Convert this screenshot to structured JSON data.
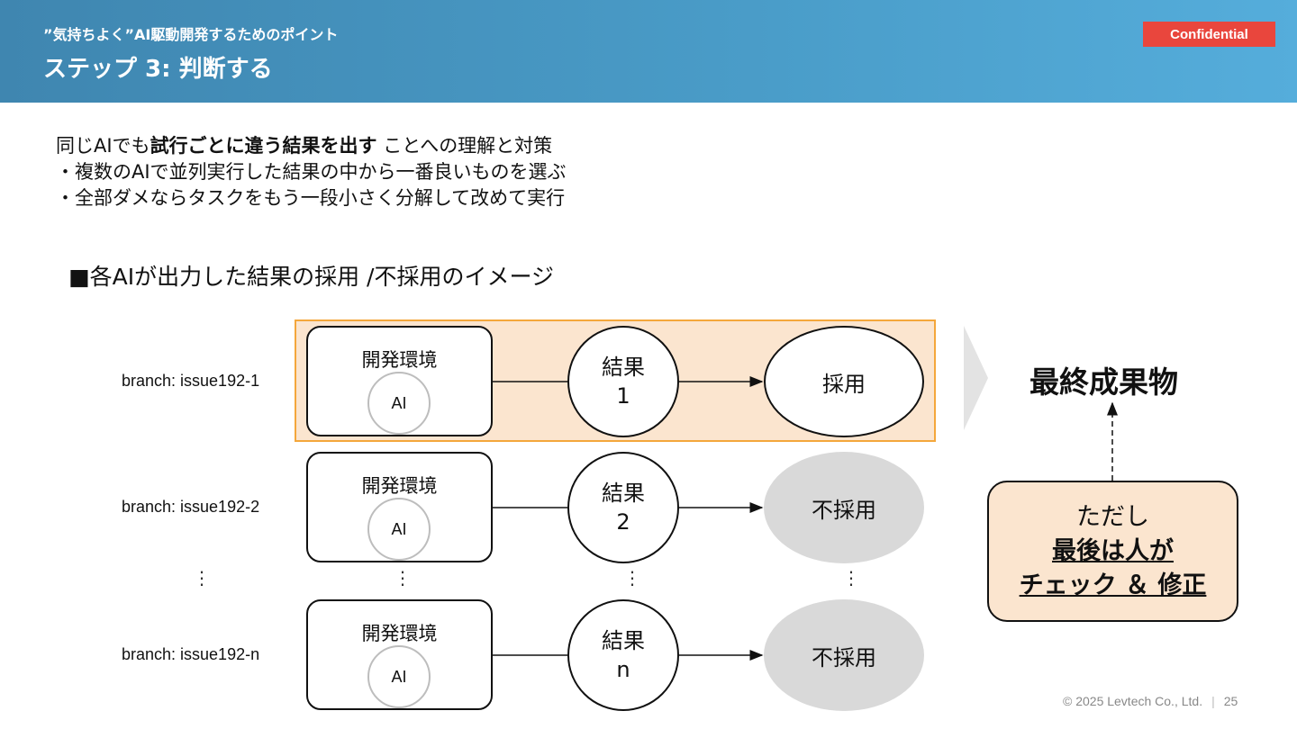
{
  "header": {
    "subtitle": "”気持ちよく”AI駆動開発するためのポイント",
    "title": "ステップ 3: 判断する",
    "badge": "Confidential"
  },
  "intro": {
    "line1_pre": "同じAIでも",
    "line1_bold": "試行ごとに違う結果を出す",
    "line1_post": " ことへの理解と対策",
    "line2": "・複数のAIで並列実行した結果の中から一番良いものを選ぶ",
    "line3": "・全部ダメならタスクをもう一段小さく分解して改めて実行"
  },
  "section_title": "■各AIが出力した結果の採用 /不採用のイメージ",
  "rows": [
    {
      "branch": "branch: issue192-1",
      "env": "開発環境",
      "ai": "AI",
      "result_label": "結果",
      "result_num": "1",
      "decision": "採用"
    },
    {
      "branch": "branch: issue192-2",
      "env": "開発環境",
      "ai": "AI",
      "result_label": "結果",
      "result_num": "2",
      "decision": "不採用"
    },
    {
      "branch": "branch: issue192-n",
      "env": "開発環境",
      "ai": "AI",
      "result_label": "結果",
      "result_num": "n",
      "decision": "不採用"
    }
  ],
  "ellipsis": "⋮",
  "final": {
    "title": "最終成果物",
    "note_line1": "ただし",
    "note_line2": "最後は人が",
    "note_line3": "チェック ＆ 修正"
  },
  "footer": {
    "copyright": "© 2025 Levtech Co., Ltd.",
    "page": "25"
  }
}
